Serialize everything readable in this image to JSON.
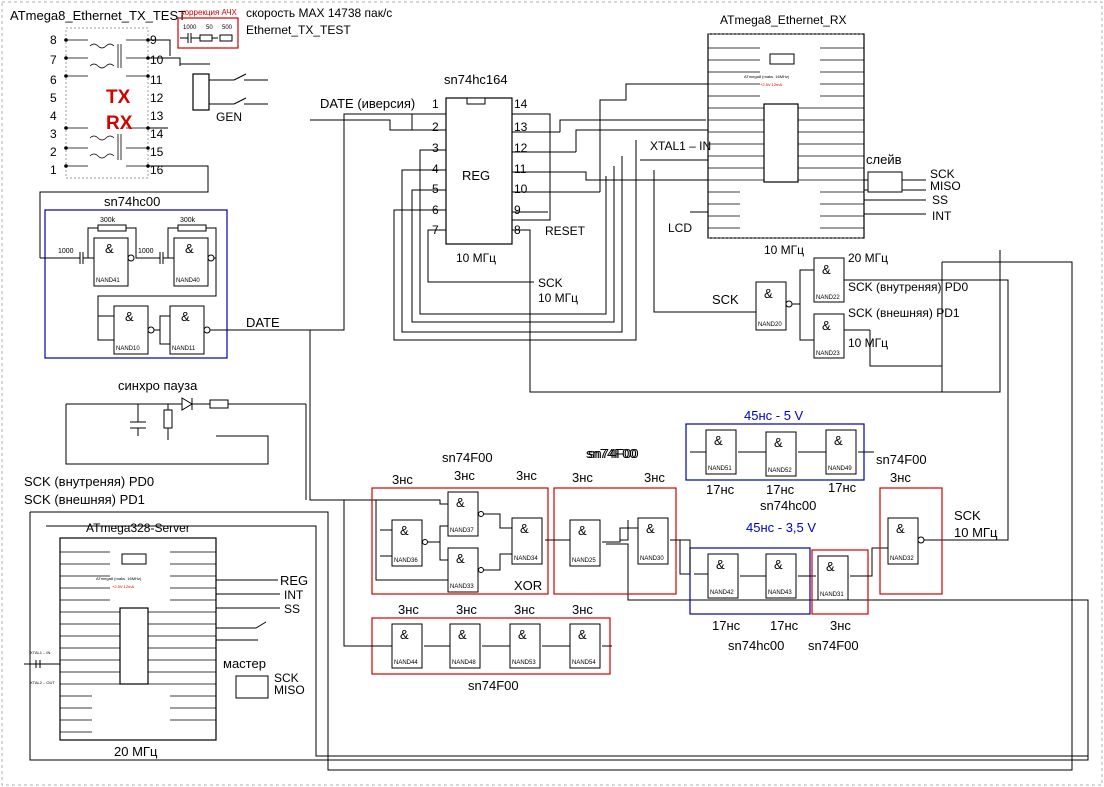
{
  "blocks": {
    "tx": {
      "title": "ATmega8_Ethernet_TX_TEST",
      "tx": "TX",
      "rx": "RX",
      "gen": "GEN",
      "speed": "скорость MAX 14738 пак/с",
      "test": "Ethernet_TX_TEST",
      "correction": "коррекция АЧХ",
      "r1": "1000",
      "r2": "50",
      "r3": "500",
      "pins_left": [
        "8",
        "7",
        "6",
        "5",
        "4",
        "3",
        "2",
        "1"
      ],
      "pins_right": [
        "9",
        "10",
        "11",
        "12",
        "13",
        "14",
        "15",
        "16"
      ]
    },
    "sn74hc00_top": {
      "title": "sn74hc00",
      "r1": "300k",
      "r2": "300k",
      "c1": "1000",
      "c2": "1000",
      "g1": "NAND41",
      "g2": "NAND40",
      "g3": "NAND10",
      "g4": "NAND11"
    },
    "shift": {
      "title": "sn74hc164",
      "body": "REG",
      "freq": "10 МГц",
      "date_inv": "DATE (иверсия)",
      "reset": "RESET",
      "sck": "SCK",
      "sck_freq": "10 МГц",
      "pins_left": [
        "1",
        "2",
        "3",
        "4",
        "5",
        "6",
        "7"
      ],
      "pins_right": [
        "14",
        "13",
        "12",
        "11",
        "10",
        "9",
        "8"
      ]
    },
    "rx": {
      "title": "ATmega8_Ethernet_RX",
      "freq": "10 МГц",
      "xtal": "XTAL1 – IN",
      "lcd": "LCD",
      "slave": "слейв",
      "sck": "SCK",
      "miso": "MISO",
      "ss": "SS",
      "int": "INT",
      "chip_note": "ATmega8 (maks. 16MHz)",
      "chip_volt": "+2.5V  12mA"
    },
    "sck_split": {
      "sck": "SCK",
      "g1": "NAND20",
      "g2": "NAND22",
      "g3": "NAND23",
      "f20": "20 МГц",
      "int_pd0": "SCK (внутреняя) PD0",
      "ext_pd1": "SCK (внешняя) PD1",
      "f10": "10 МГц"
    },
    "date_label": "DATE",
    "sync_pause": "синхро пауза",
    "server": {
      "title": "ATmega328-Server",
      "freq": "20 МГц",
      "reg": "REG",
      "int": "INT",
      "ss": "SS",
      "master": "мастер",
      "sck": "SCK",
      "miso": "MISO",
      "xtal1": "XTAL1 – IN",
      "xtal2": "XTAL2 – OUT",
      "int_pd0": "SCK (внутреняя) PD0",
      "ext_pd1": "SCK (внешняя) PD1",
      "chip_note": "ATmega8 (maks. 16MHz)",
      "chip_volt": "+2.5V  12mA"
    },
    "xor_group": {
      "title": "sn74F00",
      "d1": "3нс",
      "d2": "3нс",
      "d3": "3нс",
      "label": "XOR",
      "g1": "NAND37",
      "g2": "NAND36",
      "g3": "NAND33",
      "g4": "NAND34"
    },
    "pair_group": {
      "title": "sn74F00",
      "d1": "3нс",
      "d2": "3нс",
      "g1": "NAND25",
      "g2": "NAND30"
    },
    "chain5v": {
      "title": "45нс - 5 V",
      "chip": "sn74hc00",
      "chip_right": "sn74F00",
      "d_right": "3нс",
      "d1": "17нс",
      "d2": "17нс",
      "d3": "17нс",
      "g1": "NAND51",
      "g2": "NAND52",
      "g3": "NAND49"
    },
    "chain35v": {
      "title": "45нс - 3,5 V",
      "chip": "sn74hc00",
      "d1": "17нс",
      "d2": "17нс",
      "g1": "NAND42",
      "g2": "NAND43"
    },
    "single1": {
      "chip": "sn74F00",
      "d": "3нс",
      "g": "NAND31"
    },
    "final": {
      "g": "NAND32",
      "sck": "SCK",
      "freq": "10 МГц"
    },
    "bottom_chain": {
      "title": "sn74F00",
      "d1": "3нс",
      "d2": "3нс",
      "d3": "3нс",
      "d4": "3нс",
      "g1": "NAND44",
      "g2": "NAND48",
      "g3": "NAND53",
      "g4": "NAND54"
    }
  },
  "gate_symbol": "&",
  "colors": {
    "red_box": "#d40000",
    "blue_box": "#0000aa",
    "wire": "#000000"
  }
}
